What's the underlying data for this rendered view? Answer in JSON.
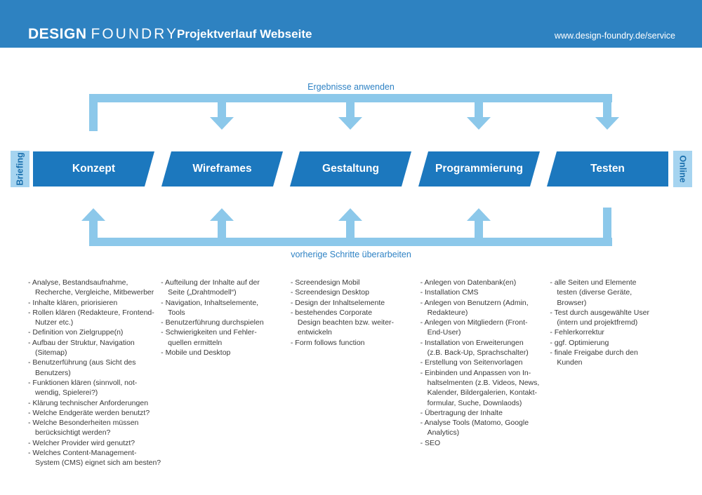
{
  "header": {
    "logo_bold": "DESIGN",
    "logo_light": "FOUNDRY",
    "title": "Projektverlauf Webseite",
    "url": "www.design-foundry.de/service"
  },
  "flow": {
    "top_label": "Ergebnisse anwenden",
    "bottom_label": "vorherige Schritte überarbeiten",
    "entry_label": "Briefing",
    "exit_label": "Online",
    "stages": [
      {
        "name": "Konzept",
        "tasks": [
          "Analyse, Bestandsaufnahme,\nRecherche, Vergleiche, Mitbewerber",
          "Inhalte klären, priorisieren",
          "Rollen klären (Redakteure, Frontend-\nNutzer etc.)",
          "Definition von Zielgruppe(n)",
          "Aufbau der Struktur, Navigation\n(Sitemap)",
          "Benutzerführung (aus Sicht des\nBenutzers)",
          "Funktionen klären (sinnvoll, not-\nwendig, Spielerei?)",
          "Klärung technischer Anforderungen",
          "Welche Endgeräte werden benutzt?",
          "Welche Besonderheiten müssen\nberücksichtigt werden?",
          "Welcher Provider wird genutzt?",
          "Welches Content-Management-\nSystem (CMS) eignet sich am besten?"
        ]
      },
      {
        "name": "Wireframes",
        "tasks": [
          "Aufteilung der Inhalte auf der\nSeite („Drahtmodell“)",
          "Navigation, Inhaltselemente,\nTools",
          "Benutzerführung durchspielen",
          "Schwierigkeiten und Fehler-\nquellen ermitteln",
          "Mobile und Desktop"
        ]
      },
      {
        "name": "Gestaltung",
        "tasks": [
          "Screendesign Mobil",
          "Screendesign Desktop",
          "Design der Inhaltselemente",
          "bestehendes Corporate\nDesign beachten bzw. weiter-\nentwickeln",
          "Form follows function"
        ]
      },
      {
        "name": "Programmierung",
        "tasks": [
          "Anlegen von Datenbank(en)",
          "Installation CMS",
          "Anlegen von Benutzern (Admin,\nRedakteure)",
          "Anlegen von Mitgliedern (Front-\nEnd-User)",
          "Installation von Erweiterungen\n(z.B. Back-Up, Sprachschalter)",
          "Erstellung von Seitenvorlagen",
          "Einbinden und Anpassen von In-\nhaltselmenten (z.B. Videos, News,\nKalender, Bildergalerien, Kontakt-\nformular, Suche, Downlaods)",
          "Übertragung der Inhalte",
          "Analyse Tools (Matomo, Google\nAnalytics)",
          "SEO"
        ]
      },
      {
        "name": "Testen",
        "tasks": [
          "alle Seiten und Elemente\ntesten (diverse Geräte,\nBrowser)",
          "Test durch ausgewählte User\n(intern und projektfremd)",
          "Fehlerkorrektur",
          "ggf. Optimierung",
          "finale Freigabe durch den\nKunden"
        ]
      }
    ]
  },
  "colors": {
    "header_blue": "#2e82c1",
    "stage_blue": "#1c78be",
    "arrow_light_blue": "#8cc8ea",
    "side_box_blue": "#a6d4f0",
    "side_box_text_blue": "#1a6fad",
    "label_blue": "#2e82c4",
    "task_text": "#3a3a3a"
  }
}
